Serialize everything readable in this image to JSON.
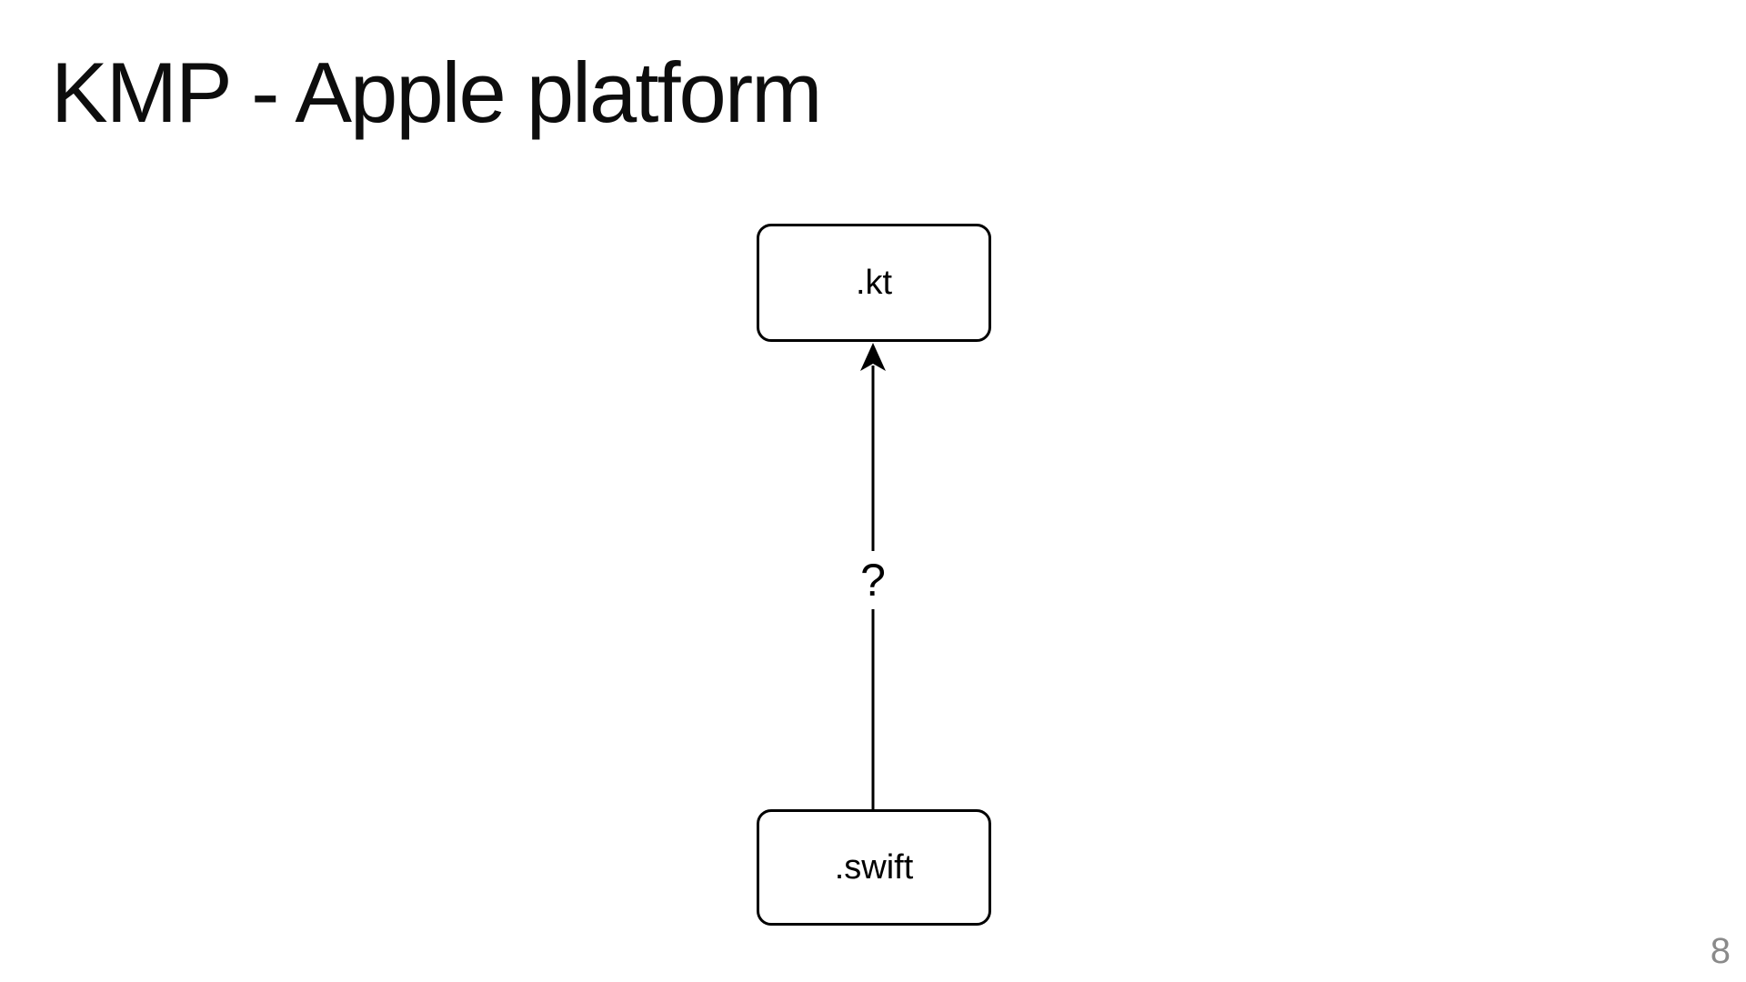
{
  "slide": {
    "title": "KMP - Apple platform",
    "page_number": "8"
  },
  "diagram": {
    "nodes": [
      {
        "id": "kt",
        "label": ".kt"
      },
      {
        "id": "swift",
        "label": ".swift"
      }
    ],
    "edge": {
      "from": "swift",
      "to": "kt",
      "label": "?",
      "direction": "up"
    }
  },
  "colors": {
    "background": "#ffffff",
    "node_fill": "#ffffff",
    "node_border": "#000000",
    "edge": "#000000",
    "text": "#000000",
    "page_number": "#8a8a8a"
  }
}
